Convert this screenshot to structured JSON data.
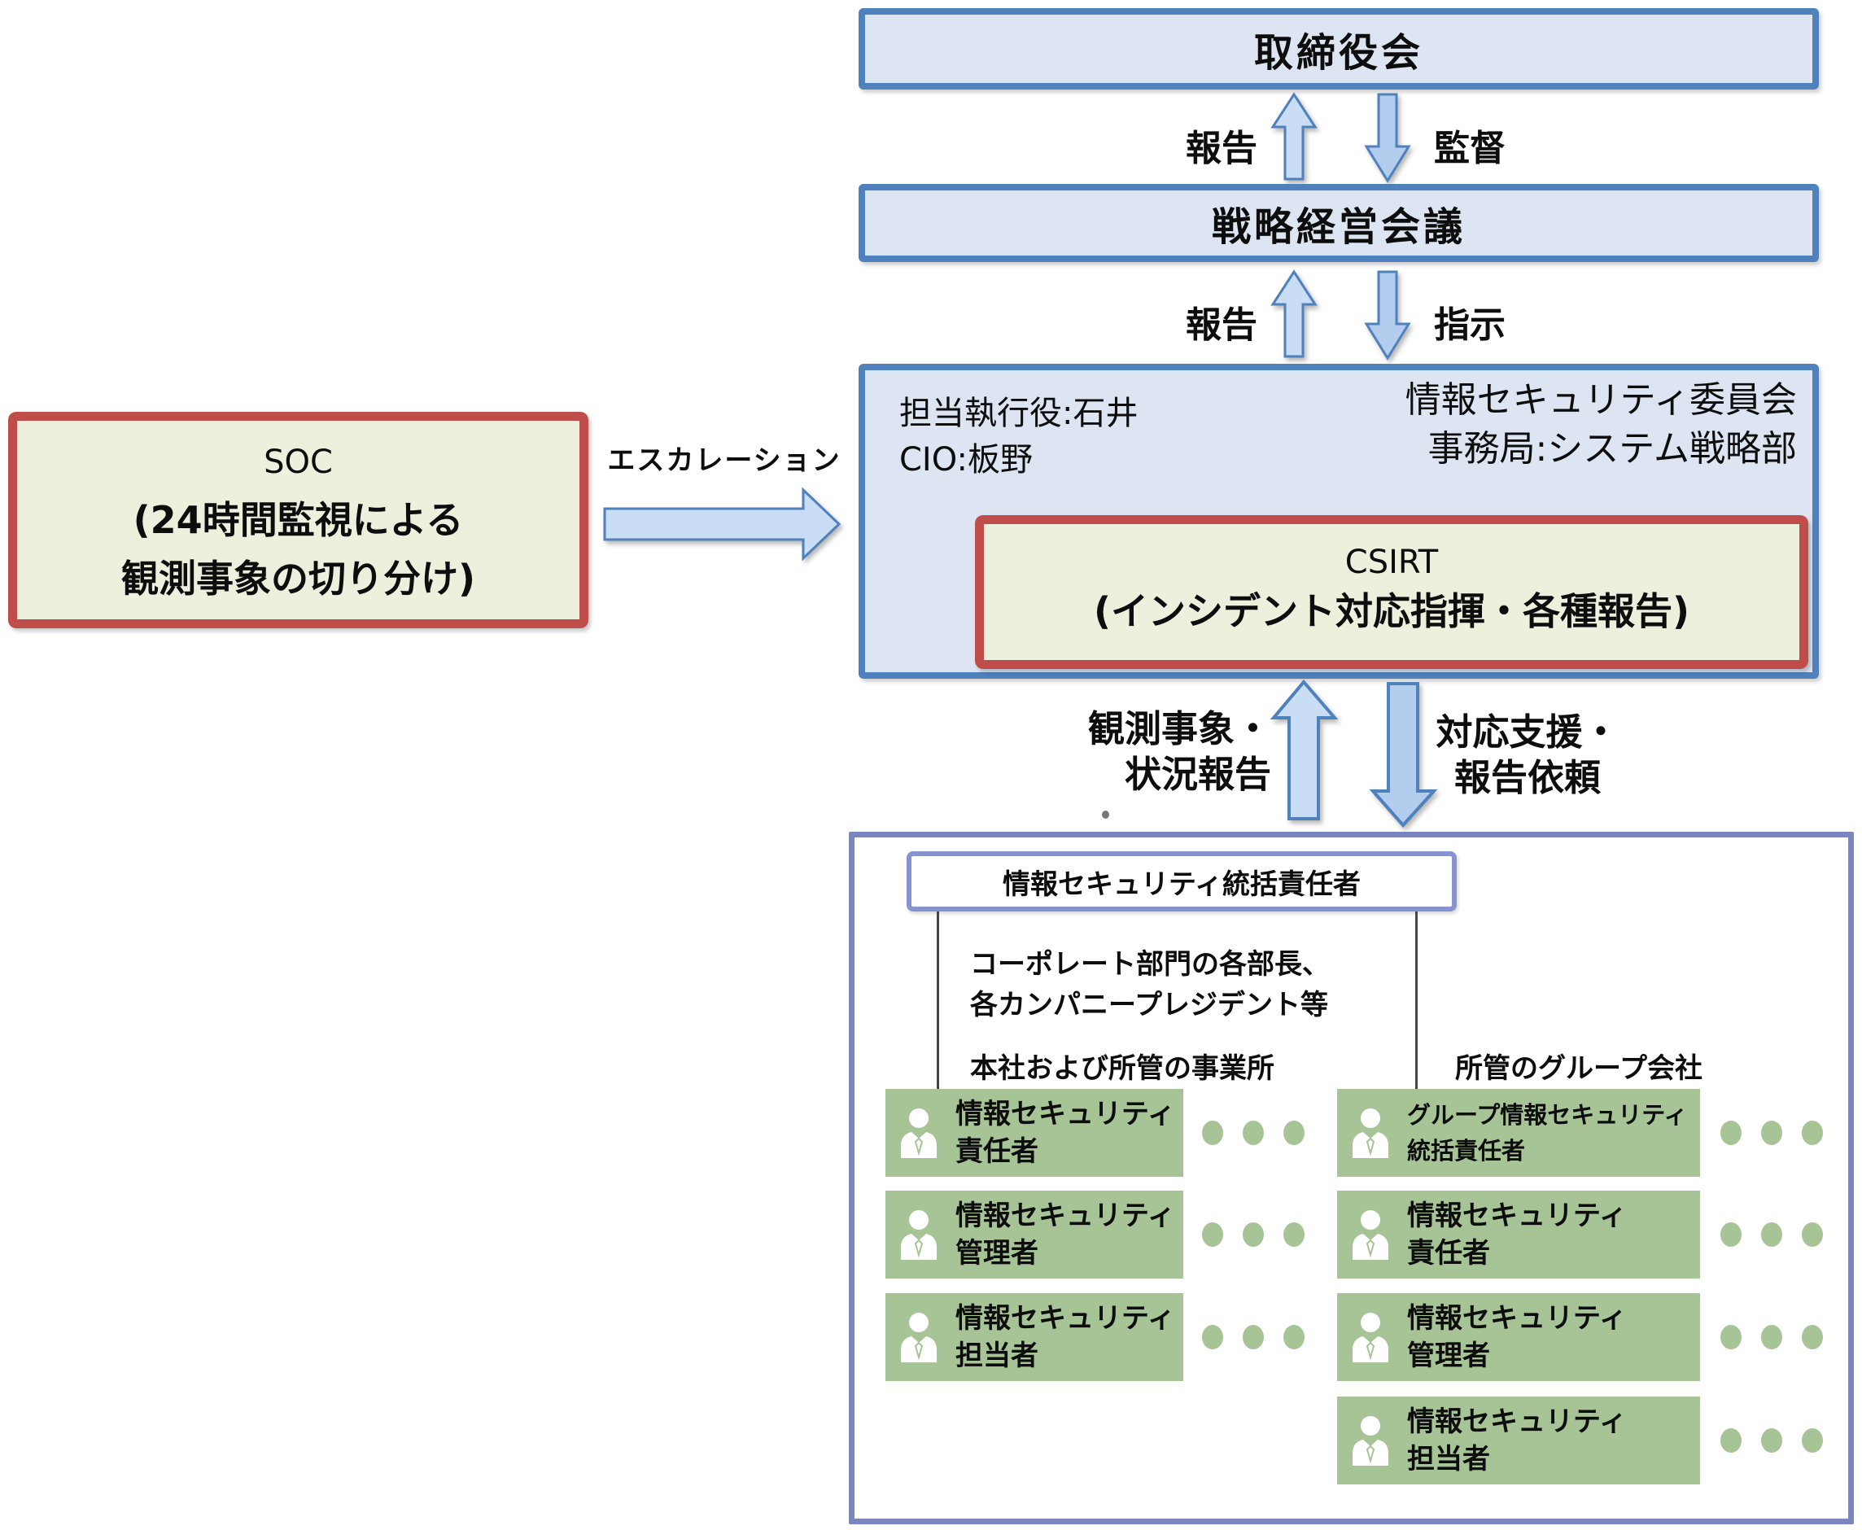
{
  "boxes": {
    "board": "取締役会",
    "strategy": "戦略経営会議"
  },
  "flow1": {
    "report": "報告",
    "supervise": "監督"
  },
  "flow2": {
    "report": "報告",
    "instruct": "指示"
  },
  "committee": {
    "exec1": "担当執行役:石井",
    "exec2": "CIO:板野",
    "name": "情報セキュリティ委員会",
    "office": "事務局:システム戦略部",
    "csirt_title": "CSIRT",
    "csirt_subtitle": "(インシデント対応指揮・各種報告)"
  },
  "soc": {
    "title": "SOC",
    "line2": "(24時間監視による",
    "line3": "観測事象の切り分け)"
  },
  "escalation": {
    "label": "エスカレーション"
  },
  "flow3": {
    "up1": "観測事象・",
    "up2": "状況報告",
    "down1": "対応支援・",
    "down2": "報告依頼"
  },
  "field": {
    "head": "情報セキュリティ統括責任者",
    "corporate1": "コーポレート部門の各部長、",
    "corporate2": "各カンパニープレジデント等",
    "col_left": "本社および所管の事業所",
    "col_right": "所管のグループ会社",
    "left_roles": [
      {
        "line1": "情報セキュリティ",
        "line2": "責任者"
      },
      {
        "line1": "情報セキュリティ",
        "line2": "管理者"
      },
      {
        "line1": "情報セキュリティ",
        "line2": "担当者"
      }
    ],
    "right_roles": [
      {
        "line1": "グループ情報セキュリティ",
        "line2": "統括責任者"
      },
      {
        "line1": "情報セキュリティ",
        "line2": "責任者"
      },
      {
        "line1": "情報セキュリティ",
        "line2": "管理者"
      },
      {
        "line1": "情報セキュリティ",
        "line2": "担当者"
      }
    ]
  },
  "colors": {
    "accent_blue": "#4f81bd",
    "panel_fill": "#dce5f1",
    "alert_red": "#bf4e4a",
    "cream_fill": "#eef0de",
    "sage_green": "#a7c497",
    "violet_border": "#7b86c0",
    "violet_light": "#8593d2",
    "arrow_fill": "#c9ddf5",
    "arrow_fill_dark": "#b3cdee",
    "line_gray": "#454545",
    "text_black": "#0d0d0d"
  }
}
